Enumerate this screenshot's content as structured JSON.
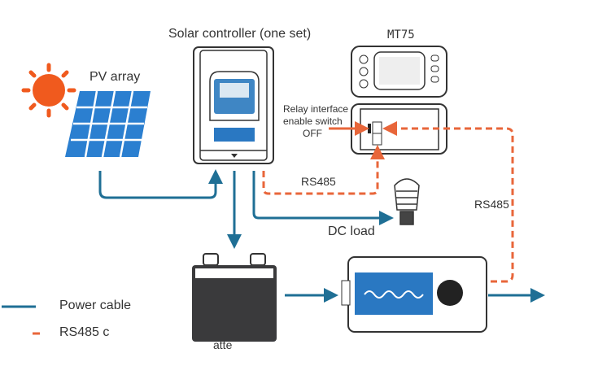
{
  "labels": {
    "controller_title": "Solar controller (one set)",
    "mt75": "MT75",
    "pv_array": "PV array",
    "relay_line1": "Relay interface",
    "relay_line2": "enable switch",
    "relay_state": "OFF",
    "rs485_left": "RS485",
    "rs485_right": "RS485",
    "dc_load": "DC load",
    "battery": "atte"
  },
  "legend": [
    {
      "label": "Power cable",
      "style": "solid",
      "color": "#1f6f95"
    },
    {
      "label": "RS485 c",
      "style": "dashed",
      "color": "#e8663a"
    }
  ],
  "colors": {
    "power": "#1f6f95",
    "rs485": "#e8663a",
    "panel": "#2b7fd0",
    "sun": "#f05a1e"
  }
}
